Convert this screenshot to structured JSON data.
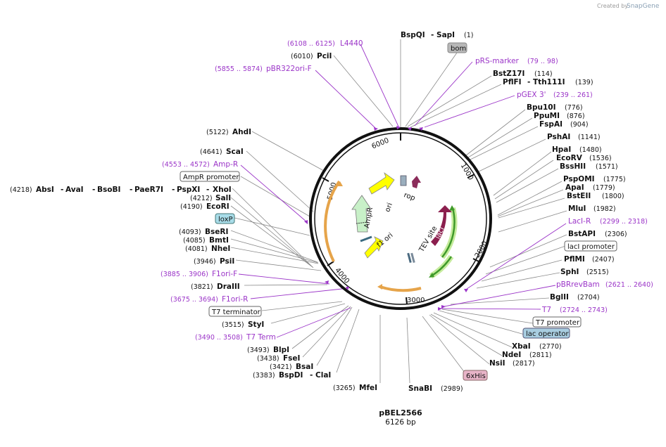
{
  "credit": {
    "text": "Created by",
    "brand": "SnapGene"
  },
  "plasmid": {
    "name": "pBEL2566",
    "size_label": "6126 bp"
  },
  "ticks": [
    "6000",
    "1000",
    "2000",
    "3000",
    "4000",
    "5000"
  ],
  "sites_right": [
    {
      "name": "BspQI",
      "extra": "- SapI",
      "pos": "(1)"
    },
    {
      "name": "BstZ17I",
      "pos": "(114)"
    },
    {
      "name": "PflFI",
      "extra": "- Tth111I",
      "pos": "(139)"
    },
    {
      "name": "Bpu10I",
      "pos": "(776)"
    },
    {
      "name": "PpuMI",
      "pos": "(876)"
    },
    {
      "name": "FspAI",
      "pos": "(904)"
    },
    {
      "name": "PshAI",
      "pos": "(1141)"
    },
    {
      "name": "HpaI",
      "pos": "(1480)"
    },
    {
      "name": "EcoRV",
      "pos": "(1536)"
    },
    {
      "name": "BssHII",
      "pos": "(1571)"
    },
    {
      "name": "PspOMI",
      "pos": "(1775)"
    },
    {
      "name": "ApaI",
      "pos": "(1779)"
    },
    {
      "name": "BstEII",
      "pos": "(1800)"
    },
    {
      "name": "MluI",
      "pos": "(1982)"
    },
    {
      "name": "BstAPI",
      "pos": "(2306)"
    },
    {
      "name": "PflMI",
      "pos": "(2407)"
    },
    {
      "name": "SphI",
      "pos": "(2515)"
    },
    {
      "name": "BglII",
      "pos": "(2704)"
    },
    {
      "name": "XbaI",
      "pos": "(2770)"
    },
    {
      "name": "NdeI",
      "pos": "(2811)"
    },
    {
      "name": "NsiI",
      "pos": "(2817)"
    },
    {
      "name": "SnaBI",
      "pos": "(2989)"
    }
  ],
  "sites_left": [
    {
      "name": "PciI",
      "pos": "(6010)"
    },
    {
      "name": "AhdI",
      "pos": "(5122)"
    },
    {
      "name": "ScaI",
      "pos": "(4641)"
    },
    {
      "name": "AbsI",
      "pos": "(4218)"
    },
    {
      "name": "AvaI",
      "pos": "- "
    },
    {
      "name": "BsoBI",
      "pos": "- "
    },
    {
      "name": "PaeR7I",
      "pos": "- "
    },
    {
      "name": "PspXI",
      "pos": "- "
    },
    {
      "name": "XhoI",
      "pos": "- "
    },
    {
      "name": "SalI",
      "pos": "(4212)"
    },
    {
      "name": "EcoRI",
      "pos": "(4190)"
    },
    {
      "name": "BseRI",
      "pos": "(4093)"
    },
    {
      "name": "BmtI",
      "pos": "(4085)"
    },
    {
      "name": "NheI",
      "pos": "(4081)"
    },
    {
      "name": "PsiI",
      "pos": "(3946)"
    },
    {
      "name": "DraIII",
      "pos": "(3821)"
    },
    {
      "name": "StyI",
      "pos": "(3515)"
    },
    {
      "name": "BlpI",
      "pos": "(3493)"
    },
    {
      "name": "FseI",
      "pos": "(3438)"
    },
    {
      "name": "BsaI",
      "pos": "(3421)"
    },
    {
      "name": "BspDI",
      "extra": "- ClaI",
      "pos": "(3383)"
    },
    {
      "name": "MfeI",
      "pos": "(3265)"
    }
  ],
  "primers": [
    {
      "name": "L4440",
      "range": "(6108 .. 6125)"
    },
    {
      "name": "pBR322ori-F",
      "range": "(5855 .. 5874)"
    },
    {
      "name": "pRS-marker",
      "range": "(79 .. 98)"
    },
    {
      "name": "pGEX 3'",
      "range": "(239 .. 261)"
    },
    {
      "name": "Amp-R",
      "range": "(4553 .. 4572)"
    },
    {
      "name": "LacI-R",
      "range": "(2299 .. 2318)"
    },
    {
      "name": "pBRrevBam",
      "range": "(2621 .. 2640)"
    },
    {
      "name": "T7",
      "range": "(2724 .. 2743)"
    },
    {
      "name": "F1ori-F",
      "range": "(3885 .. 3906)"
    },
    {
      "name": "F1ori-R",
      "range": "(3675 .. 3694)"
    },
    {
      "name": "T7 Term",
      "range": "(3490 .. 3508)"
    }
  ],
  "boxes": {
    "bom": "bom",
    "ampr_promoter": "AmpR promoter",
    "loxp": "loxP",
    "laci_promoter": "lacI promoter",
    "t7_terminator": "T7 terminator",
    "t7_promoter": "T7 promoter",
    "lac_operator": "lac operator",
    "his": "6xHis"
  },
  "features": {
    "ori": "ori",
    "rop": "rop",
    "ampr": "AmpR",
    "f1ori": "f1 ori",
    "tev": "TEV site",
    "laci": "lacI"
  },
  "colors": {
    "backbone": "#111111",
    "primer": "#9b35c8",
    "ori": "#ffff00",
    "ampr": "#c8f0c8",
    "laci": "#8b1f4e",
    "rop": "#8b2c5a",
    "orange_arc": "#e6a44a",
    "green_arc": "#3f9a2a",
    "loxp_box": "#a8dce8",
    "lac_operator_box": "#a8cde0",
    "his_box": "#e8b4c8",
    "bom_box": "#b8b8b8"
  }
}
